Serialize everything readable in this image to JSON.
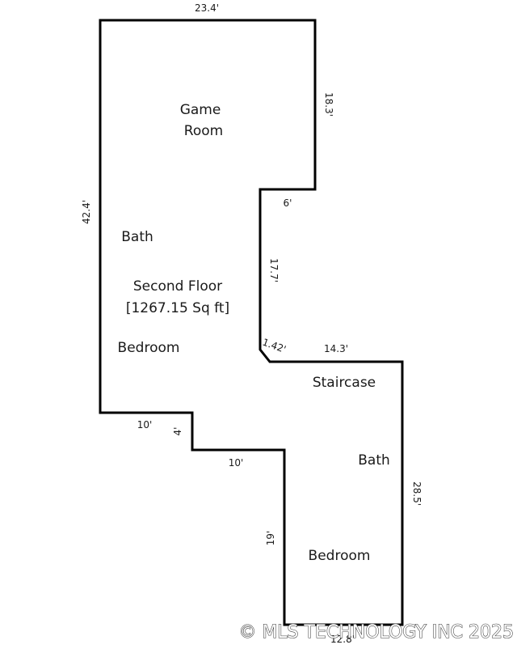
{
  "plan": {
    "title": "Second Floor",
    "area": "[1267.15 Sq ft]",
    "rooms": {
      "game_room_line1": "Game",
      "game_room_line2": "Room",
      "bath_upper": "Bath",
      "bedroom_upper": "Bedroom",
      "staircase": "Staircase",
      "bath_lower": "Bath",
      "bedroom_lower": "Bedroom"
    },
    "dimensions": {
      "top": "23.4'",
      "right_upper": "18.3'",
      "step_in": "6'",
      "mid_vertical": "17.7'",
      "diagonal": "1.42'",
      "ledge": "14.3'",
      "left": "42.4'",
      "right_lower": "28.5'",
      "bottom_left_horizontal": "10'",
      "bottom_left_vertical": "4'",
      "bottom_mid_horizontal": "10'",
      "bottom_vertical": "19'",
      "bottom": "12.8'"
    }
  },
  "watermark": "© MLS TECHNOLOGY INC 2025",
  "colors": {
    "wall": "#000000",
    "background": "#ffffff"
  }
}
